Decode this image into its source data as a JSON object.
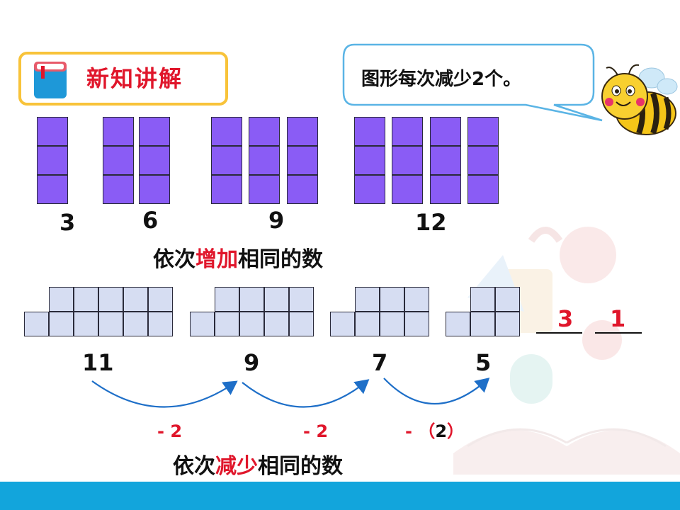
{
  "header": {
    "badge_title": "新知讲解",
    "speech_text": "图形每次减少2个。"
  },
  "increasing": {
    "numbers": [
      "3",
      "6",
      "9",
      "12"
    ],
    "sentence_prefix": "依次",
    "sentence_highlight": "增加",
    "sentence_suffix": "相同的数"
  },
  "decreasing": {
    "numbers": [
      "11",
      "9",
      "7",
      "5"
    ],
    "answers": [
      "3",
      "1"
    ],
    "differences": [
      "- 2",
      "- 2"
    ],
    "third_difference": {
      "sign": "-",
      "open": "（",
      "value": "2",
      "close": "）"
    },
    "sentence_prefix": "依次",
    "sentence_highlight": "减少",
    "sentence_suffix": "相同的数"
  },
  "colors": {
    "accent_red": "#E0162B",
    "badge_border": "#F8C33A",
    "bubble_border": "#5AB4E5",
    "bottom_bar": "#12A5DC",
    "purple_block": "#8A5CF5",
    "grid_block": "#D6DDF2",
    "arrow": "#1E6FC8"
  }
}
